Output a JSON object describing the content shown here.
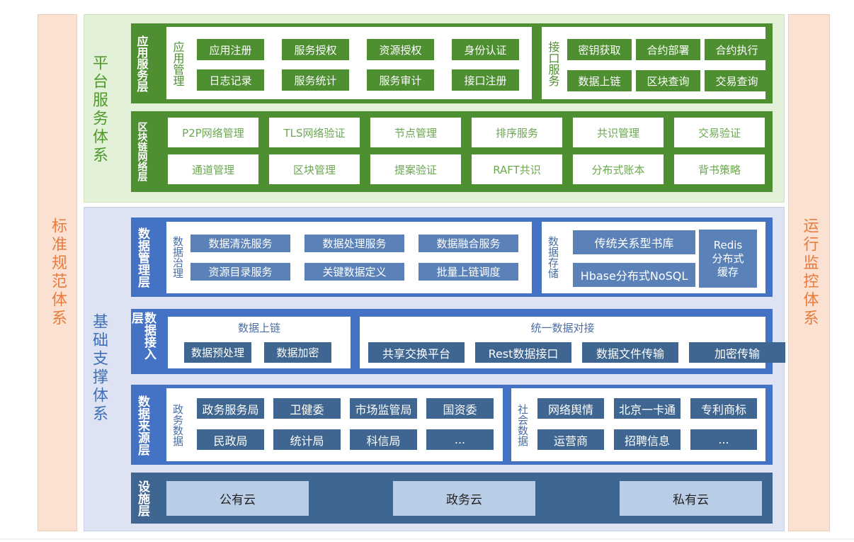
{
  "left_system": "标准规范体系",
  "right_system": "运行监控体系",
  "platform": {
    "title": "平台服务体系",
    "app_layer": {
      "label": "应用服务层",
      "app_mgmt": {
        "label": "应用管理",
        "items": [
          "应用注册",
          "服务授权",
          "资源授权",
          "身份认证",
          "日志记录",
          "服务统计",
          "服务审计",
          "接口注册"
        ]
      },
      "interface": {
        "label": "接口服务",
        "items": [
          "密钥获取",
          "合约部署",
          "合约执行",
          "数据上链",
          "区块查询",
          "交易查询"
        ]
      }
    },
    "chain_layer": {
      "label": "区块链网络层",
      "items": [
        "P2P网络管理",
        "TLS网络验证",
        "节点管理",
        "排序服务",
        "共识管理",
        "交易验证",
        "通道管理",
        "区块管理",
        "提案验证",
        "RAFT共识",
        "分布式账本",
        "背书策略"
      ]
    }
  },
  "base": {
    "title": "基础支撑体系",
    "data_mgmt": {
      "label": "数据管理层",
      "governance": {
        "label": "数据治理",
        "items": [
          "数据清洗服务",
          "数据处理服务",
          "数据融合服务",
          "资源目录服务",
          "关键数据定义",
          "批量上链调度"
        ]
      },
      "storage": {
        "label": "数据存储",
        "items": [
          "传统关系型书库",
          "Hbase分布式NoSQL"
        ],
        "redis": "Redis\n分布式\n缓存"
      }
    },
    "data_access": {
      "label": "数据接入层",
      "onchain": {
        "title": "数据上链",
        "items": [
          "数据预处理",
          "数据加密"
        ]
      },
      "unified": {
        "title": "统一数据对接",
        "items": [
          "共享交换平台",
          "Rest数据接口",
          "数据文件传输",
          "加密传输"
        ]
      }
    },
    "data_source": {
      "label": "数据来源层",
      "gov": {
        "label": "政务数据",
        "items": [
          "政务服务局",
          "卫健委",
          "市场监管局",
          "国资委",
          "民政局",
          "统计局",
          "科信局",
          "..."
        ]
      },
      "social": {
        "label": "社会数据",
        "items": [
          "网络舆情",
          "北京一卡通",
          "专利商标",
          "运营商",
          "招聘信息",
          "..."
        ]
      }
    },
    "infra": {
      "label": "设施层",
      "items": [
        "公有云",
        "政务云",
        "私有云"
      ]
    }
  }
}
